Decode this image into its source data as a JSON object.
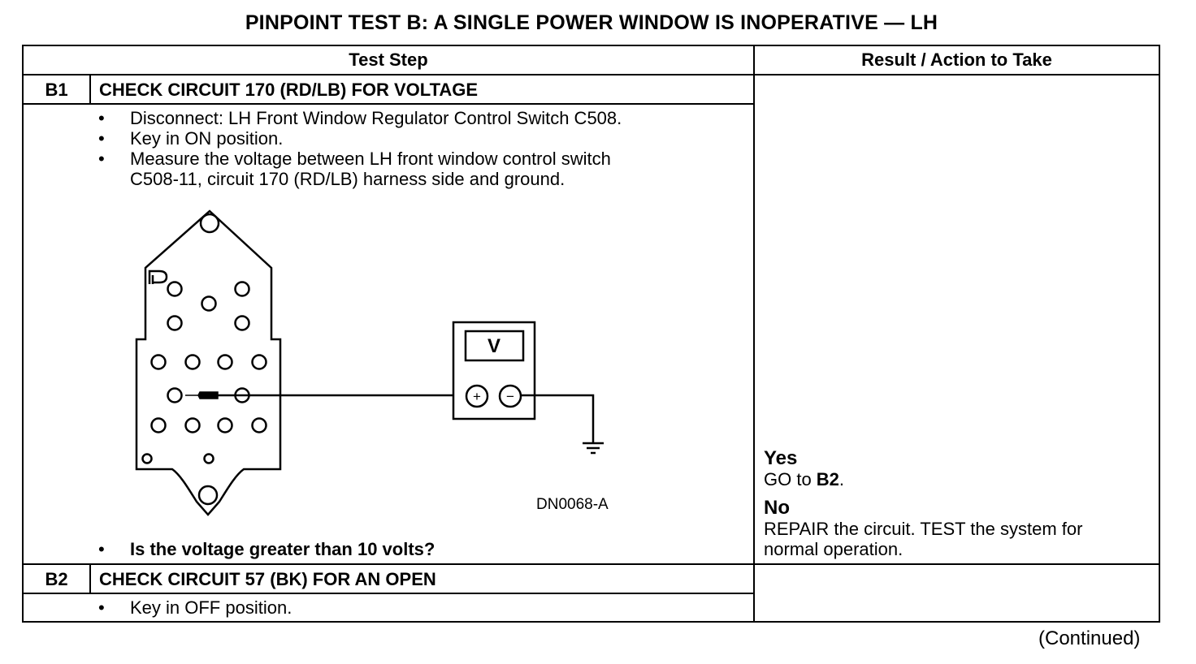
{
  "title": "PINPOINT TEST B: A SINGLE POWER WINDOW IS INOPERATIVE — LH",
  "table": {
    "col_test_step": "Test Step",
    "col_result": "Result / Action to Take"
  },
  "steps": [
    {
      "id": "B1",
      "title": "CHECK CIRCUIT 170 (RD/LB) FOR VOLTAGE",
      "bullets": [
        "Disconnect: LH Front Window Regulator Control Switch C508.",
        "Key in ON position.",
        "Measure the voltage between LH front window control switch",
        "C508-11, circuit 170 (RD/LB) harness side and ground."
      ],
      "question": "Is the voltage greater than 10 volts?",
      "figure_id": "DN0068-A",
      "meter_label": "V",
      "plus": "+",
      "minus": "−",
      "yes_label": "Yes",
      "yes_text_prefix": "GO to ",
      "yes_text_bold": "B2",
      "yes_text_suffix": ".",
      "no_label": "No",
      "no_text_line1": "REPAIR the circuit. TEST the system for",
      "no_text_line2": "normal operation."
    },
    {
      "id": "B2",
      "title": "CHECK CIRCUIT 57 (BK) FOR AN OPEN",
      "bullets": [
        "Key in OFF position."
      ]
    }
  ],
  "bullet_char": "•",
  "continued": "(Continued)"
}
